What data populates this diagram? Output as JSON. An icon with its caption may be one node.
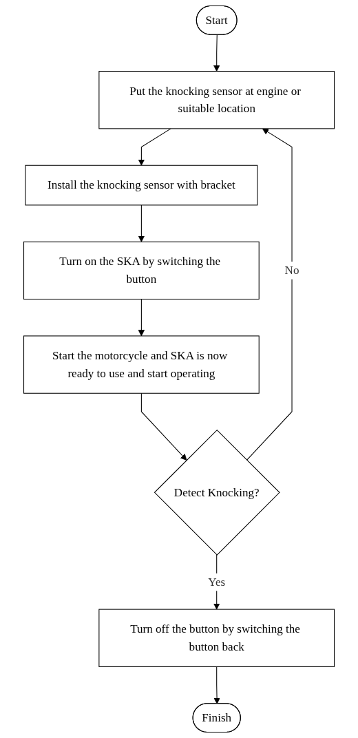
{
  "diagram": {
    "nodes": [
      {
        "text": [
          "Start"
        ]
      },
      {
        "text": [
          "Put the knocking sensor at engine or suitable location"
        ]
      },
      {
        "text": [
          "Install the knocking sensor with bracket"
        ]
      },
      {
        "text": [
          "Turn on the SKA by switching the button"
        ]
      },
      {
        "text": [
          "Start the motorcycle and SKA is now ready to use and start operating"
        ]
      },
      {
        "text": [
          "Detect Knocking?"
        ]
      },
      {
        "text": [
          "Turn off the button by switching the button back"
        ]
      },
      {
        "text": [
          "Finish"
        ]
      }
    ],
    "edges": [
      {
        "from": 0,
        "to": 1,
        "arrow": "to"
      },
      {
        "from": 1,
        "to": 2,
        "arrow": "to"
      },
      {
        "from": 2,
        "to": 3,
        "arrow": "to"
      },
      {
        "from": 3,
        "to": 4,
        "arrow": "to"
      },
      {
        "from": 4,
        "to": 5,
        "arrow": "to"
      },
      {
        "from": 5,
        "to": 6,
        "label": "Yes",
        "arrow": "to"
      },
      {
        "from": 5,
        "to": 1,
        "label": "No",
        "arrow": "to"
      },
      {
        "from": 6,
        "to": 7,
        "arrow": "to"
      }
    ]
  }
}
